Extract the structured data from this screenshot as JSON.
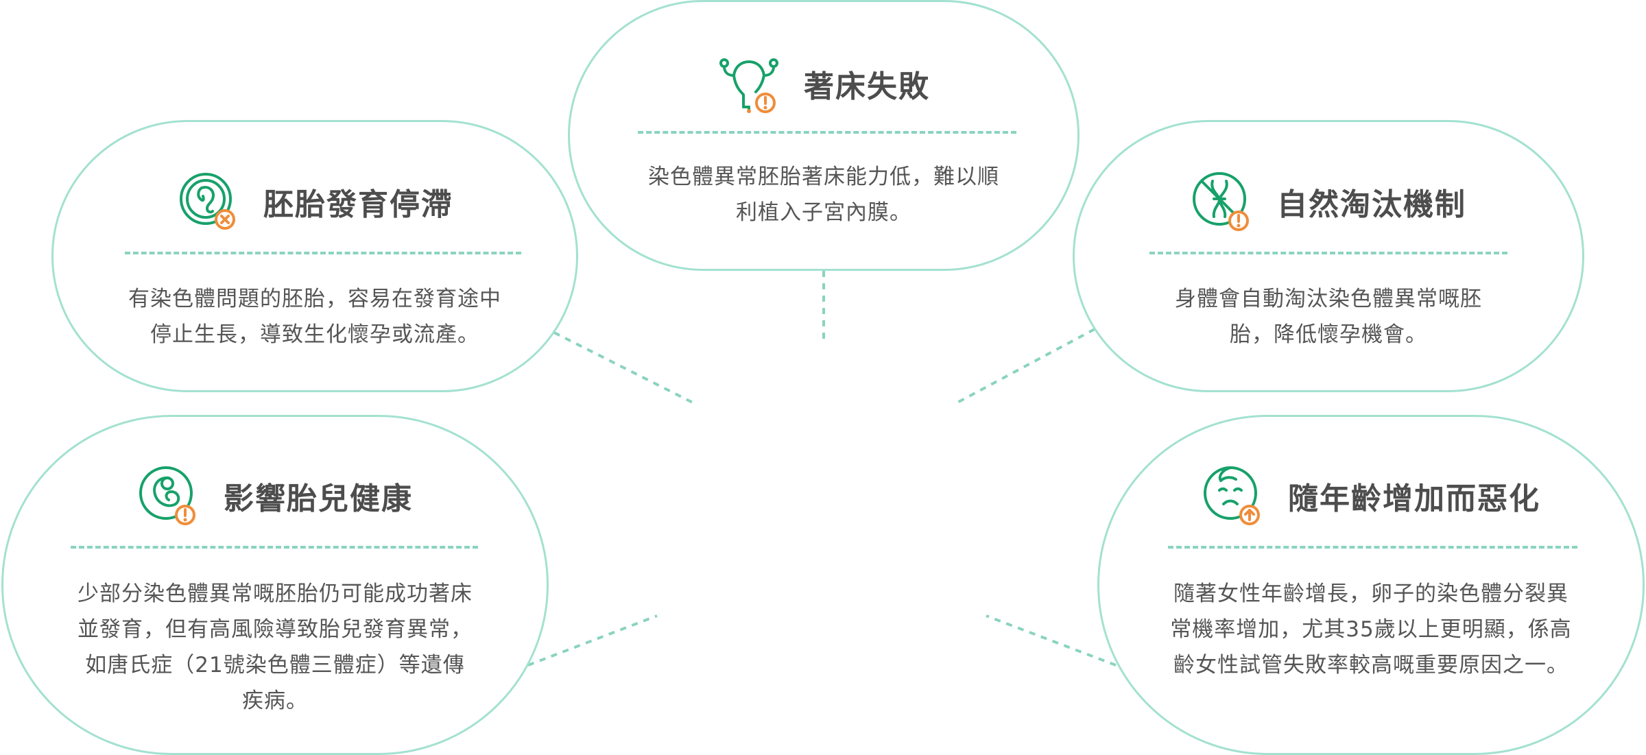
{
  "colors": {
    "border": "#a3e1d0",
    "dashed": "#8ad3bf",
    "icon_green": "#17a16a",
    "icon_orange": "#ef8d3a",
    "title_text": "#4d4d4d",
    "body_text": "#555555"
  },
  "bubbles": [
    {
      "title": "著床失敗",
      "icon": "uterus-alert-icon",
      "desc_lines": [
        "染色體異常胚胎著床能力低，難以順",
        "利植入子宮內膜。"
      ]
    },
    {
      "title": "胚胎發育停滯",
      "icon": "embryo-cross-icon",
      "desc_lines": [
        "有染色體問題的胚胎，容易在發育途中",
        "停止生長，導致生化懷孕或流產。"
      ]
    },
    {
      "title": "自然淘汰機制",
      "icon": "chromosome-alert-icon",
      "desc_lines": [
        "身體會自動淘汰染色體異常嘅胚",
        "胎，降低懷孕機會。"
      ]
    },
    {
      "title": "影響胎兒健康",
      "icon": "fetus-alert-icon",
      "desc_lines": [
        "少部分染色體異常嘅胚胎仍可能成功著床",
        "並發育，但有高風險導致胎兒發育異常，",
        "如唐氏症（21號染色體三體症）等遺傳",
        "疾病。"
      ]
    },
    {
      "title": "隨年齡增加而惡化",
      "icon": "sad-face-up-arrow-icon",
      "desc_lines": [
        "隨著女性年齡增長，卵子的染色體分裂異",
        "常機率增加，尤其35歲以上更明顯，係高",
        "齡女性試管失敗率較高嘅重要原因之一。"
      ]
    }
  ]
}
